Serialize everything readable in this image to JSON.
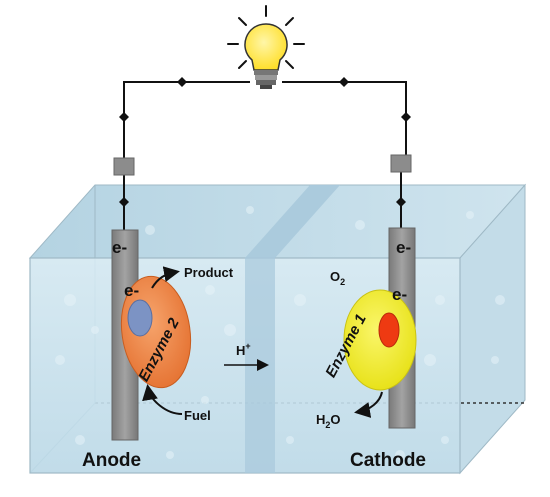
{
  "electrodes": {
    "anode_label": "Anode",
    "cathode_label": "Cathode"
  },
  "electrons": {
    "anode_top": "e-",
    "anode_enzyme": "e-",
    "cathode_top": "e-",
    "cathode_enzyme": "e-"
  },
  "anode_side": {
    "enzyme_label": "Enzyme 2",
    "product_label": "Product",
    "fuel_label": "Fuel",
    "enzyme_color": "#f08a4b"
  },
  "cathode_side": {
    "enzyme_label": "Enzyme 1",
    "oxygen_label": "O",
    "oxygen_sub": "2",
    "water_h": "H",
    "water_sub": "2",
    "water_o": "O",
    "enzyme_color": "#f2ee2a"
  },
  "membrane": {
    "proton_label": "H",
    "proton_sup": "+"
  },
  "colors": {
    "water": "#bcdbe8",
    "electrode": "#8a8a8a",
    "bulb": "#ffe84a",
    "wire": "#111111"
  },
  "icons": {
    "bulb": "light-bulb-icon",
    "current_marker": "diamond-marker-icon"
  }
}
